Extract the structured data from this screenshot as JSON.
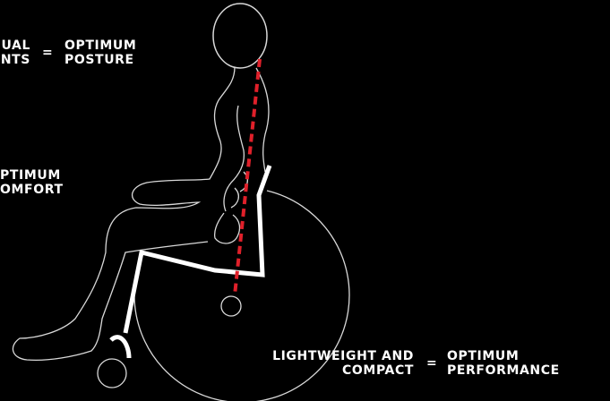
{
  "colors": {
    "background": "#000000",
    "outline": "#d9d9d9",
    "frame": "#ffffff",
    "spine": "#e0202a"
  },
  "top_left": {
    "left_line1": "UAL",
    "left_line2": "NTS",
    "equals": "=",
    "right_line1": "OPTIMUM",
    "right_line2": "POSTURE"
  },
  "middle_left": {
    "line1": "PTIMUM",
    "line2": "OMFORT"
  },
  "bottom_right": {
    "left_line1": "LIGHTWEIGHT AND",
    "left_line2": "COMPACT",
    "equals": "=",
    "right_line1": "OPTIMUM",
    "right_line2": "PERFORMANCE"
  }
}
